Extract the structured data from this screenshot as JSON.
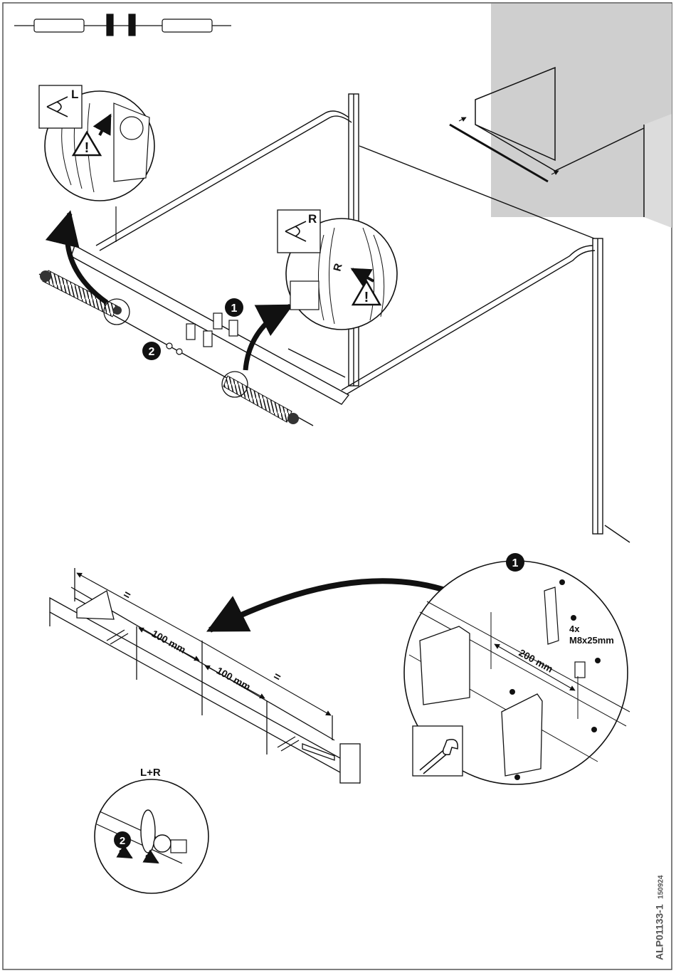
{
  "labels": {
    "view_left": "L",
    "view_right": "R",
    "step_one": "1",
    "step_two": "2",
    "dim_100_a": "100 mm",
    "dim_100_b": "100 mm",
    "dim_equal_top": "=",
    "dim_equal_mid": "=",
    "dim_200": "200 mm",
    "screw_qty": "4x",
    "screw_spec": "M8x25mm",
    "both_sides": "L+R",
    "track_mark": "R"
  },
  "reference": {
    "code": "ALP01133-1",
    "date": "150924"
  },
  "colors": {
    "line": "#111111",
    "wall": "#cfcfcf",
    "badge": "#111111"
  },
  "icons": [
    "eye-icon",
    "warning-icon",
    "wrench-icon",
    "arrow-icon",
    "spring-icon"
  ]
}
